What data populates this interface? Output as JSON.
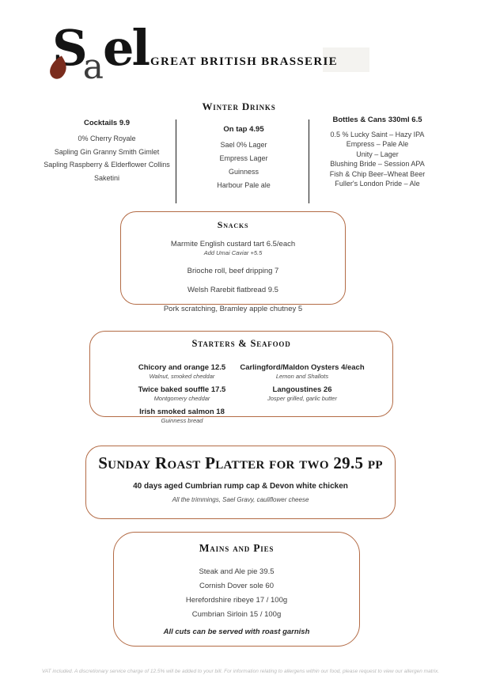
{
  "colors": {
    "accent": "#b36b45",
    "leaf": "#7a2c1d",
    "ink": "#161616",
    "body_text": "#3d3d3d",
    "muted_footer": "#b9b9b9",
    "tagline_highlight": "#f4f3f0"
  },
  "brand": {
    "logo": {
      "s": "S",
      "a": "a",
      "el": "el"
    },
    "tagline": "GREAT BRITISH BRASSERIE"
  },
  "winter_drinks": {
    "title": "Winter Drinks",
    "columns": [
      {
        "header": "Cocktails 9.9",
        "items": [
          "0% Cherry Royale",
          "Sapling Gin Granny Smith Gimlet",
          "Sapling Raspberry & Elderflower Collins",
          "Saketini"
        ]
      },
      {
        "header": "On tap 4.95",
        "items": [
          "Sael 0% Lager",
          "Empress Lager",
          "Guinness",
          "Harbour Pale ale"
        ]
      },
      {
        "header": "Bottles & Cans 330ml 6.5",
        "items": [
          "0.5 % Lucky Saint – Hazy IPA",
          "Empress – Pale Ale",
          "Unity – Lager",
          "Blushing Bride – Session APA",
          "Fish & Chip Beer–Wheat Beer",
          "Fuller's London Pride – Ale"
        ]
      }
    ]
  },
  "snacks": {
    "title": "Snacks",
    "items": [
      {
        "name": "Marmite English custard tart 6.5/each",
        "note": "Add Umai Caviar +5.5"
      },
      {
        "name": "Brioche roll, beef dripping 7"
      },
      {
        "name": "Welsh Rarebit flatbread 9.5"
      },
      {
        "name": "Pork scratching, Bramley apple chutney 5"
      }
    ]
  },
  "starters": {
    "title": "Starters & Seafood",
    "left": [
      {
        "name": "Chicory and orange 12.5",
        "note": "Walnut, smoked cheddar"
      },
      {
        "name": "Twice baked souffle 17.5",
        "note": "Montgomery cheddar"
      },
      {
        "name": "Irish smoked salmon 18",
        "note": "Guinness bread"
      }
    ],
    "right": [
      {
        "name": "Carlingford/Maldon Oysters 4/each",
        "note": "Lemon and Shallots"
      },
      {
        "name": "Langoustines 26",
        "note": "Josper grilled, garlic butter"
      }
    ]
  },
  "sunday_roast": {
    "title": "Sunday Roast Platter for two 29.5 pp",
    "line1": "40 days aged Cumbrian rump cap & Devon white chicken",
    "line2": "All the trimmings, Sael Gravy, cauliflower cheese"
  },
  "mains": {
    "title": "Mains and Pies",
    "items": [
      "Steak and Ale pie 39.5",
      "Cornish Dover sole 60",
      "Herefordshire ribeye 17 / 100g",
      "Cumbrian Sirloin 15 / 100g"
    ],
    "footnote": "All cuts can be served with roast garnish"
  },
  "footer": {
    "disclaimer": "VAT included. A discretionary service charge of 12.5% will be added to your bill. For information relating to allergens within our food, please request to view our allergen matrix."
  }
}
